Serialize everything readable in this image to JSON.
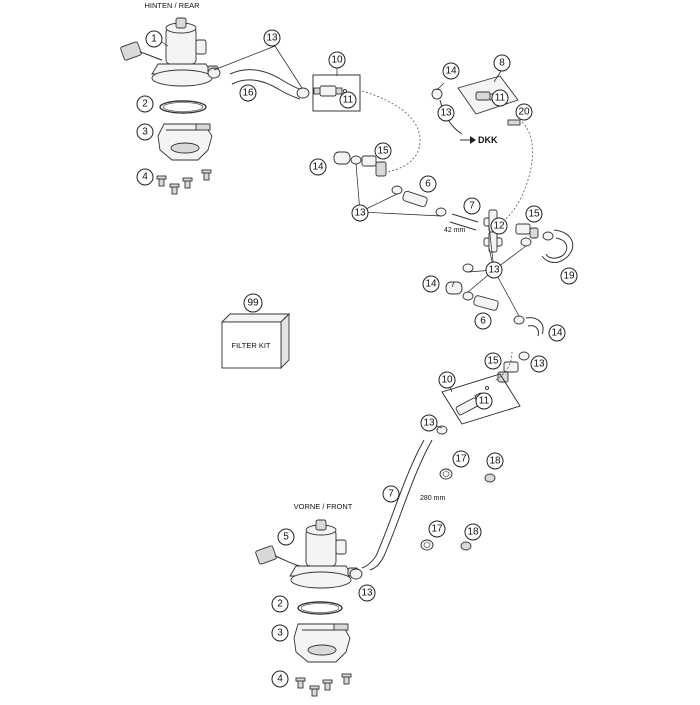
{
  "labels": {
    "rear": "HINTEN / REAR",
    "front": "VORNE / FRONT",
    "dkk": "DKK",
    "len42": "42 mm",
    "len280": "280 mm",
    "filter_kit": "FILTER KIT"
  },
  "callouts": {
    "n1": "1",
    "n2": "2",
    "n3": "3",
    "n4": "4",
    "n5": "5",
    "n6": "6",
    "n7": "7",
    "n8": "8",
    "n10": "10",
    "n11": "11",
    "n12": "12",
    "n13": "13",
    "n14": "14",
    "n15": "15",
    "n16": "16",
    "n17": "17",
    "n18": "18",
    "n19": "19",
    "n20": "20",
    "n99": "99"
  }
}
